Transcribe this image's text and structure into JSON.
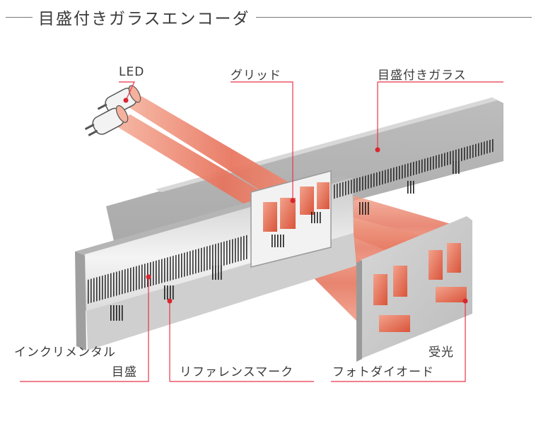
{
  "title": "目盛付きガラスエンコーダ",
  "labels": {
    "led": "LED",
    "grid": "グリッド",
    "glass": "目盛付きガラス",
    "incremental_1": "インクリメンタル",
    "incremental_2": "目盛",
    "reference": "リファレンスマーク",
    "receiver_1": "受光",
    "receiver_2": "フォトダイオード"
  },
  "colors": {
    "leader_line": "#e8354b",
    "leader_dot": "#d9262f",
    "beam": "#e8735c",
    "window": "#e36c52",
    "scale_body": "#c8c8c8"
  }
}
